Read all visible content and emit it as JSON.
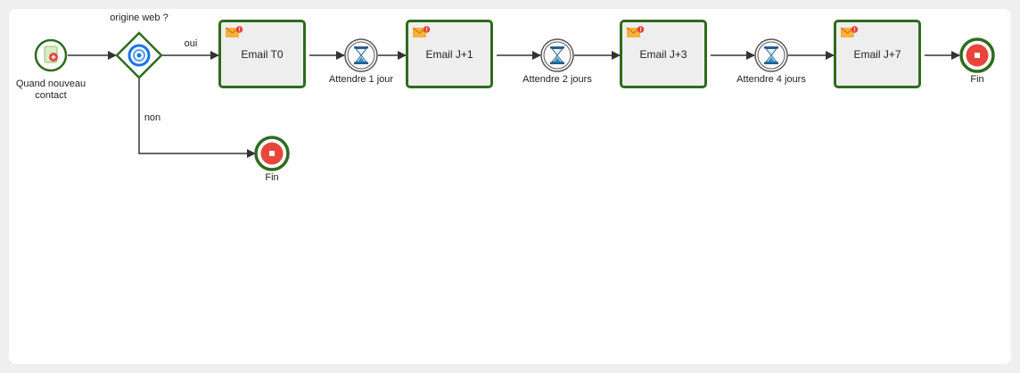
{
  "start": {
    "label_line1": "Quand nouveau",
    "label_line2": "contact",
    "icon": "contact-add-icon"
  },
  "gateway": {
    "label": "origine web ?",
    "icon": "target-icon"
  },
  "branches": {
    "yes": "oui",
    "no": "non"
  },
  "tasks": [
    {
      "label": "Email T0",
      "icon": "email-alert-icon"
    },
    {
      "label": "Email J+1",
      "icon": "email-alert-icon"
    },
    {
      "label": "Email J+3",
      "icon": "email-alert-icon"
    },
    {
      "label": "Email J+7",
      "icon": "email-alert-icon"
    }
  ],
  "waits": [
    {
      "label": "Attendre 1 jour",
      "icon": "hourglass-icon"
    },
    {
      "label": "Attendre 2 jours",
      "icon": "hourglass-icon"
    },
    {
      "label": "Attendre 4 jours",
      "icon": "hourglass-icon"
    }
  ],
  "ends": [
    {
      "label": "Fin",
      "icon": "stop-icon"
    },
    {
      "label": "Fin",
      "icon": "stop-icon"
    }
  ],
  "colors": {
    "node_border": "#2e6b1e",
    "task_fill": "#eeeeee",
    "end_fill": "#e8453c",
    "gateway_ring": "#1a73e8",
    "hourglass_sand": "#2196c9",
    "arrow": "#333333"
  }
}
